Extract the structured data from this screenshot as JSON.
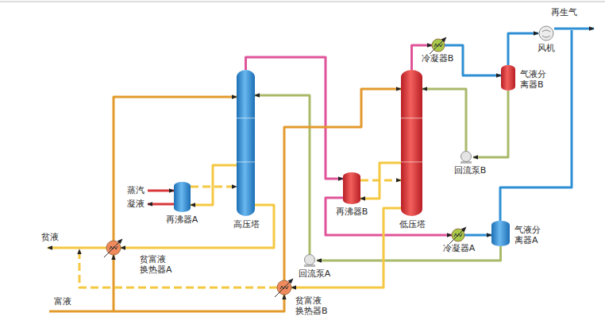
{
  "diagram": {
    "nodes": [
      {
        "text": [
          "风机"
        ]
      },
      {
        "text": [
          "冷凝器B"
        ]
      },
      {
        "text": [
          "气液分离器B"
        ]
      },
      {
        "text": [
          "高压塔"
        ]
      },
      {
        "text": [
          "低压塔"
        ]
      },
      {
        "text": [
          "回流泵B"
        ]
      },
      {
        "text": [
          "再沸器A"
        ]
      },
      {
        "text": [
          "再沸器B"
        ]
      },
      {
        "text": [
          "冷凝器A"
        ]
      },
      {
        "text": [
          "气液分离器A"
        ]
      },
      {
        "text": [
          "贫富液换热器A"
        ]
      },
      {
        "text": [
          "回流泵A"
        ]
      },
      {
        "text": [
          "贫富液换热器B"
        ]
      }
    ],
    "edges": [
      {
        "from": 3,
        "to": 7,
        "arrow": "to"
      },
      {
        "from": 7,
        "to": 8,
        "arrow": "to"
      },
      {
        "from": 8,
        "to": 9,
        "arrow": "to"
      },
      {
        "from": 9,
        "to": 11,
        "arrow": "to"
      },
      {
        "from": 11,
        "to": 3,
        "arrow": "to"
      },
      {
        "from": 4,
        "to": 1,
        "arrow": "to"
      },
      {
        "from": 1,
        "to": 2,
        "arrow": "to"
      },
      {
        "from": 2,
        "to": 0,
        "arrow": "to"
      },
      {
        "from": 2,
        "to": 5,
        "arrow": "to"
      },
      {
        "from": 5,
        "to": 4,
        "arrow": "to"
      },
      {
        "from": 3,
        "to": 6,
        "arrow": "to"
      },
      {
        "from": 6,
        "to": 3,
        "arrow": "to"
      },
      {
        "from": 7,
        "to": 4,
        "arrow": "to"
      },
      {
        "from": 4,
        "to": 7,
        "arrow": "to"
      },
      {
        "from": 3,
        "to": 10,
        "arrow": "to"
      },
      {
        "from": 10,
        "to": 3,
        "arrow": "to"
      },
      {
        "from": 4,
        "to": 12,
        "arrow": "to"
      },
      {
        "from": 12,
        "to": 4,
        "arrow": "to"
      }
    ],
    "labels": [
      "再生气",
      "蒸汽",
      "凝液",
      "贫液",
      "富液"
    ]
  }
}
